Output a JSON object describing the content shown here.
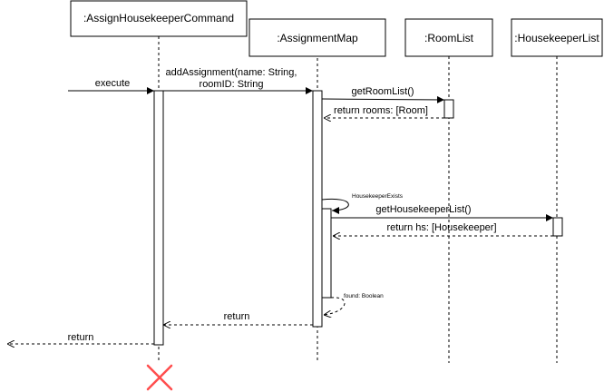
{
  "participants": [
    {
      "id": "cmd",
      "label": ":AssignHousekeeperCommand"
    },
    {
      "id": "map",
      "label": ":AssignmentMap"
    },
    {
      "id": "rooms",
      "label": ":RoomList"
    },
    {
      "id": "hk",
      "label": ":HousekeeperList"
    }
  ],
  "messages": {
    "execute": "execute",
    "add_assignment_line1": "addAssignment(name: String,",
    "add_assignment_line2": "roomID: String",
    "get_room_list": "getRoomList()",
    "return_rooms": "return rooms: [Room]",
    "housekeeper_exists": "HousekeeperExists",
    "get_housekeeper_list": "getHousekeeperList()",
    "return_hs": "return hs: [Housekeeper]",
    "found": "found: Boolean",
    "return_to_command": "return",
    "return_to_caller": "return"
  },
  "colors": {
    "line": "#000000",
    "background": "#ffffff",
    "destroy_marker": "#ff4d4d"
  }
}
